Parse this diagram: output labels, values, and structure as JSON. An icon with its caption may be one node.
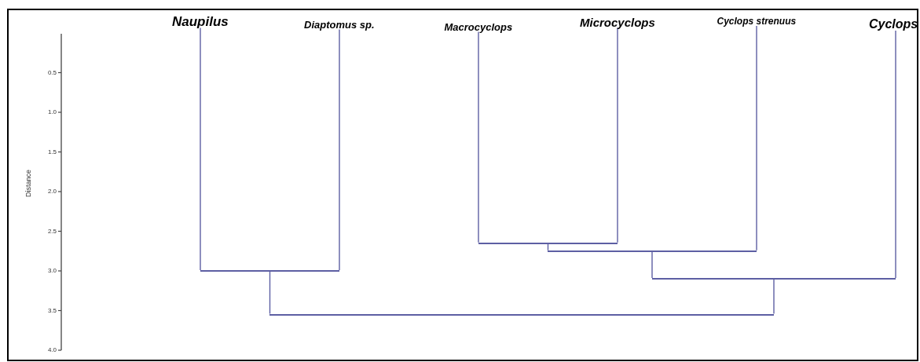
{
  "diagram": {
    "nodes": [
      {
        "text": [
          "Naupilus"
        ]
      },
      {
        "text": [
          "Diaptomus sp."
        ]
      },
      {
        "text": [
          "Macrocyclops"
        ]
      },
      {
        "text": [
          "Microcyclops"
        ]
      },
      {
        "text": [
          "Cyclops strenuus"
        ]
      },
      {
        "text": [
          "Cyclops"
        ]
      },
      {
        "text": [],
        "shape": "bar"
      },
      {
        "text": [],
        "shape": "bar"
      },
      {
        "text": [],
        "shape": "bar"
      },
      {
        "text": [],
        "shape": "bar"
      },
      {
        "text": [],
        "shape": "bar"
      }
    ],
    "edges": [
      {
        "from": 2,
        "to": 6,
        "arrow": "none"
      },
      {
        "from": 3,
        "to": 6,
        "arrow": "none"
      },
      {
        "from": 6,
        "to": 7,
        "arrow": "none"
      },
      {
        "from": 4,
        "to": 7,
        "arrow": "none"
      },
      {
        "from": 0,
        "to": 8,
        "arrow": "none"
      },
      {
        "from": 1,
        "to": 8,
        "arrow": "none"
      },
      {
        "from": 7,
        "to": 9,
        "arrow": "none"
      },
      {
        "from": 5,
        "to": 9,
        "arrow": "none"
      },
      {
        "from": 8,
        "to": 10,
        "arrow": "none"
      },
      {
        "from": 9,
        "to": 10,
        "arrow": "none"
      }
    ],
    "labels": [
      "0.5",
      "1.0",
      "1.5",
      "2.0",
      "2.5",
      "3.0",
      "3.5",
      "4.0",
      "Distance"
    ]
  }
}
